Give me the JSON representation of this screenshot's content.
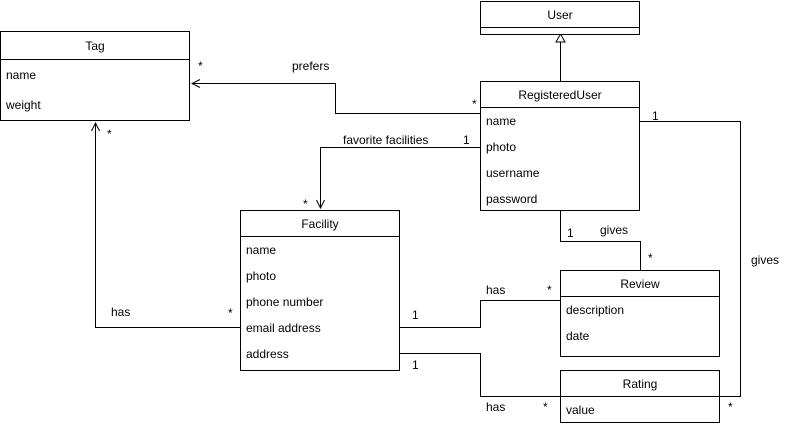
{
  "classes": {
    "user": {
      "name": "User",
      "attributes": []
    },
    "tag": {
      "name": "Tag",
      "attributes": [
        "name",
        "weight"
      ]
    },
    "registered_user": {
      "name": "RegisteredUser",
      "attributes": [
        "name",
        "photo",
        "username",
        "password"
      ]
    },
    "facility": {
      "name": "Facility",
      "attributes": [
        "name",
        "photo",
        "phone number",
        "email address",
        "address"
      ]
    },
    "review": {
      "name": "Review",
      "attributes": [
        "description",
        "date"
      ]
    },
    "rating": {
      "name": "Rating",
      "attributes": [
        "value"
      ]
    }
  },
  "associations": {
    "prefers": {
      "label": "prefers",
      "tag_mult": "*",
      "user_mult": "*"
    },
    "favorite_facilities": {
      "label": "favorite facilities",
      "user_mult": "1",
      "facility_mult": "*"
    },
    "facility_tag": {
      "label": "has",
      "tag_mult": "*",
      "facility_mult": "*"
    },
    "gives_review": {
      "label": "gives",
      "user_mult": "1",
      "review_mult": "*"
    },
    "gives_rating": {
      "label": "gives",
      "user_mult": "1",
      "rating_mult": "*"
    },
    "facility_review": {
      "label": "has",
      "facility_mult": "1",
      "review_mult": "*"
    },
    "facility_rating": {
      "label": "has",
      "facility_mult": "1",
      "rating_mult": "*"
    }
  },
  "generalization": {
    "child": "RegisteredUser",
    "parent": "User"
  }
}
